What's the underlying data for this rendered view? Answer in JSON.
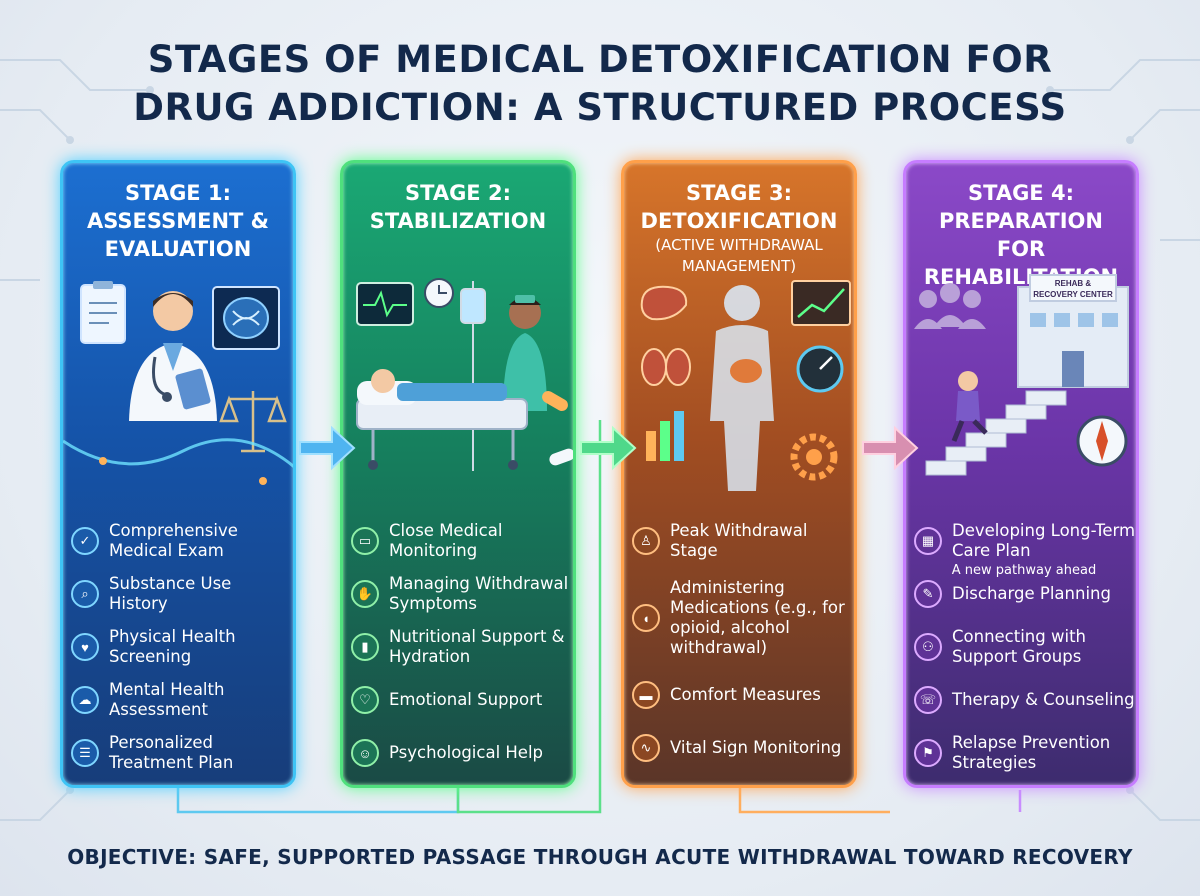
{
  "title": {
    "line1": "STAGES OF MEDICAL DETOXIFICATION FOR",
    "line2": "DRUG ADDICTION: A STRUCTURED PROCESS"
  },
  "stages": [
    {
      "heading": "STAGE 1:",
      "heading2": "ASSESSMENT &",
      "heading3": "EVALUATION",
      "items": [
        {
          "icon": "clipboard-check-icon",
          "label": "Comprehensive Medical Exam"
        },
        {
          "icon": "document-search-icon",
          "label": "Substance Use History"
        },
        {
          "icon": "heartbeat-icon",
          "label": "Physical Health Screening"
        },
        {
          "icon": "brain-icon",
          "label": "Mental Health Assessment"
        },
        {
          "icon": "treatment-plan-icon",
          "label": "Personalized Treatment Plan"
        }
      ]
    },
    {
      "heading": "STAGE 2:",
      "heading2": "STABILIZATION",
      "items": [
        {
          "icon": "monitor-icon",
          "label": "Close Medical Monitoring"
        },
        {
          "icon": "hand-care-icon",
          "label": "Managing Withdrawal Symptoms"
        },
        {
          "icon": "bottle-icon",
          "label": "Nutritional Support & Hydration"
        },
        {
          "icon": "heart-icon",
          "label": "Emotional Support"
        },
        {
          "icon": "head-icon",
          "label": "Psychological Help"
        }
      ]
    },
    {
      "heading": "STAGE 3:",
      "heading2": "DETOXIFICATION",
      "sub": "(ACTIVE WITHDRAWAL MANAGEMENT)",
      "items": [
        {
          "icon": "person-icon",
          "label": "Peak Withdrawal Stage"
        },
        {
          "icon": "pill-icon",
          "label": "Administering Medications (e.g., for opioid, alcohol withdrawal)"
        },
        {
          "icon": "bed-icon",
          "label": "Comfort Measures"
        },
        {
          "icon": "pulse-icon",
          "label": "Vital Sign Monitoring"
        }
      ]
    },
    {
      "heading": "STAGE 4:",
      "heading2": "PREPARATION FOR",
      "heading3": "REHABILITATION",
      "tagline": "A new pathway ahead",
      "building_sign": "REHAB & RECOVERY CENTER",
      "items": [
        {
          "icon": "calendar-icon",
          "label": "Developing Long-Term Care Plan"
        },
        {
          "icon": "checklist-icon",
          "label": "Discharge Planning"
        },
        {
          "icon": "group-icon",
          "label": "Connecting with Support Groups"
        },
        {
          "icon": "counseling-icon",
          "label": "Therapy & Counseling"
        },
        {
          "icon": "flag-icon",
          "label": "Relapse Prevention Strategies"
        }
      ]
    }
  ],
  "objective": "OBJECTIVE: SAFE, SUPPORTED PASSAGE THROUGH ACUTE WITHDRAWAL TOWARD RECOVERY",
  "colors": {
    "stage1": "#3ec4f5",
    "stage2": "#4fe07d",
    "stage3": "#ffa04a",
    "stage4": "#c67dff",
    "title": "#13294b"
  }
}
